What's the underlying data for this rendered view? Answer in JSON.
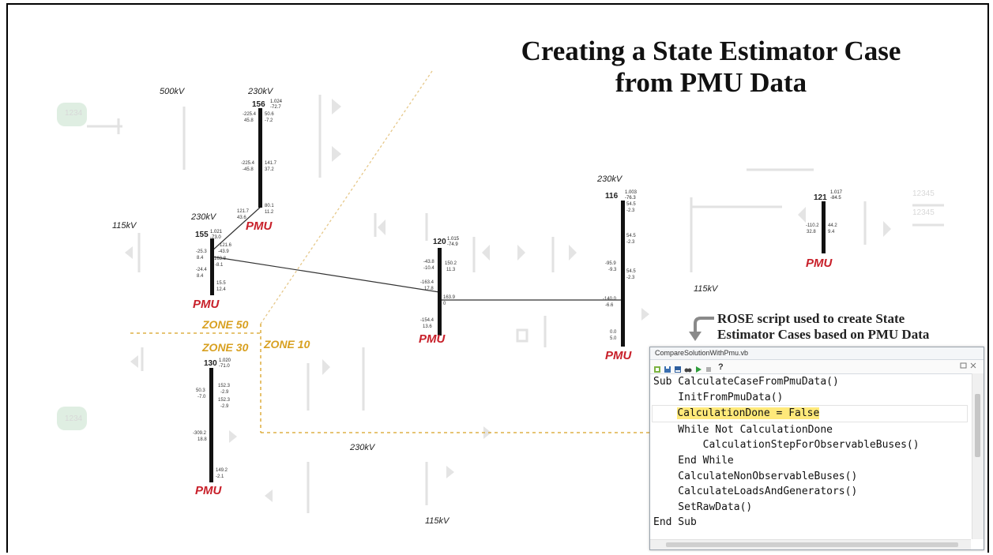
{
  "title": {
    "line1": "Creating a State Estimator Case",
    "line2": "from PMU Data"
  },
  "voltages": {
    "v500": "500kV",
    "v230_bus156": "230kV",
    "v230_bus155": "230kV",
    "v115_left": "115kV",
    "v230_bus116": "230kV",
    "v115_right": "115kV",
    "v230_bottom": "230kV",
    "v115_bottom": "115kV"
  },
  "buses": [
    {
      "id": "156",
      "pu": "1.024",
      "angle": "-72.7"
    },
    {
      "id": "155",
      "pu": "1.021",
      "angle": "-73.0"
    },
    {
      "id": "120",
      "pu": "1.015",
      "angle": "-74.9"
    },
    {
      "id": "116",
      "pu": "1.003",
      "angle": "-76.3"
    },
    {
      "id": "121",
      "pu": "1.017",
      "angle": "-84.5"
    },
    {
      "id": "130",
      "pu": "1.020",
      "angle": "-71.0"
    }
  ],
  "flows": {
    "b156_a": "-225.4",
    "b156_b": "45.8",
    "b156_c": "50.6",
    "b156_d": "-7.2",
    "b156_e": "-225.4",
    "b156_f": "-45.8",
    "b156_g": "141.7",
    "b156_h": "37.2",
    "b156_i": "80.1",
    "b156_j": "11.2",
    "b156_k": "121.7",
    "b156_l": "43.6",
    "b155_a": "-121.6",
    "b155_b": "-43.9",
    "b155_c": "-25.3",
    "b155_d": "8.4",
    "b155_e": "163.8",
    "b155_f": "-8.1",
    "b155_g": "-24.4",
    "b155_h": "8.4",
    "b155_i": "15.5",
    "b155_j": "12.4",
    "b120_a": "-43.8",
    "b120_b": "-10.4",
    "b120_c": "150.2",
    "b120_d": "11.3",
    "b120_e": "-163.4",
    "b120_f": "17.8",
    "b120_g": "163.9",
    "b120_h": "0",
    "b120_i": "-154.4",
    "b120_j": "13.6",
    "b116_a": "54.5",
    "b116_b": "-2.3",
    "b116_c": "54.5",
    "b116_d": "-2.3",
    "b116_e": "-95.9",
    "b116_f": "-9.3",
    "b116_g": "54.5",
    "b116_h": "-2.3",
    "b116_i": "-140.0",
    "b116_j": "-6.6",
    "b116_k": "0.0",
    "b116_l": "5.0",
    "b121_a": "-110.2",
    "b121_b": "32.8",
    "b121_c": "44.2",
    "b121_d": "9.4",
    "b130_a": "50.3",
    "b130_b": "-7.0",
    "b130_c": "152.3",
    "b130_d": "-2.9",
    "b130_e": "152.3",
    "b130_f": "-2.9",
    "b130_g": "-309.2",
    "b130_h": "18.8",
    "b130_i": "149.2",
    "b130_j": "-2.1"
  },
  "pmu_label": "PMU",
  "zones": {
    "z50": "ZONE 50",
    "z30": "ZONE 30",
    "z10": "ZONE 10"
  },
  "annotation": {
    "line1": "ROSE script used to create State",
    "line2": "Estimator Cases based on PMU Data"
  },
  "script_window": {
    "title": "CompareSolutionWithPmu.vb",
    "help": "?",
    "lines": [
      "Sub CalculateCaseFromPmuData()",
      "    InitFromPmuData()",
      "    CalculationDone = False",
      "    While Not CalculationDone",
      "        CalculationStepForObservableBuses()",
      "    End While",
      "    CalculateNonObservableBuses()",
      "    CalculateLoadsAndGenerators()",
      "    SetRawData()",
      "End Sub"
    ]
  },
  "colors": {
    "pmu_red": "#c8202a",
    "zone_gold": "#d8a020",
    "highlight": "#ffe97a"
  }
}
